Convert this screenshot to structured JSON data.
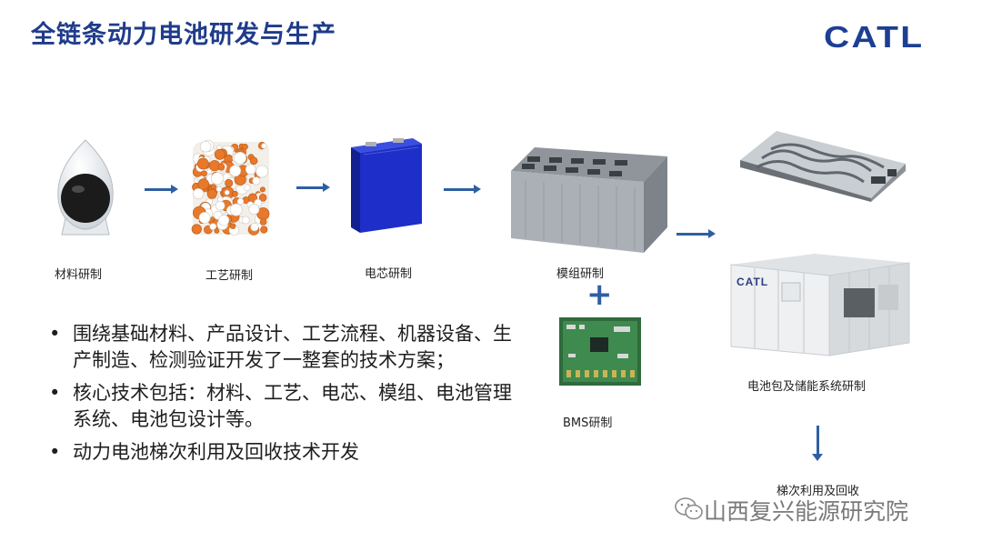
{
  "header": {
    "title": "全链条动力电池研发与生产",
    "logo": "CATL"
  },
  "flow": {
    "steps": [
      {
        "label": "材料研制",
        "icon": "material-powder-flask"
      },
      {
        "label": "工艺研制",
        "icon": "particle-cylinder"
      },
      {
        "label": "电芯研制",
        "icon": "battery-cell"
      },
      {
        "label": "模组研制",
        "icon": "battery-module"
      }
    ],
    "bms_label": "BMS研制",
    "pack_label": "电池包及储能系统研制",
    "recycle_label": "梯次利用及回收",
    "plus": "+"
  },
  "storage_logo": "CATL",
  "bullets": [
    "围绕基础材料、产品设计、工艺流程、机器设备、生产制造、检测验证开发了一整套的技术方案；",
    "核心技术包括：材料、工艺、电芯、模组、电池管理系统、电池包设计等。",
    "动力电池梯次利用及回收技术开发"
  ],
  "watermark": "山西复兴能源研究院",
  "colors": {
    "title": "#1f3b8a",
    "arrow": "#2e5fa3",
    "brand": "#1c3f94",
    "cell": "#1d2ec9"
  }
}
